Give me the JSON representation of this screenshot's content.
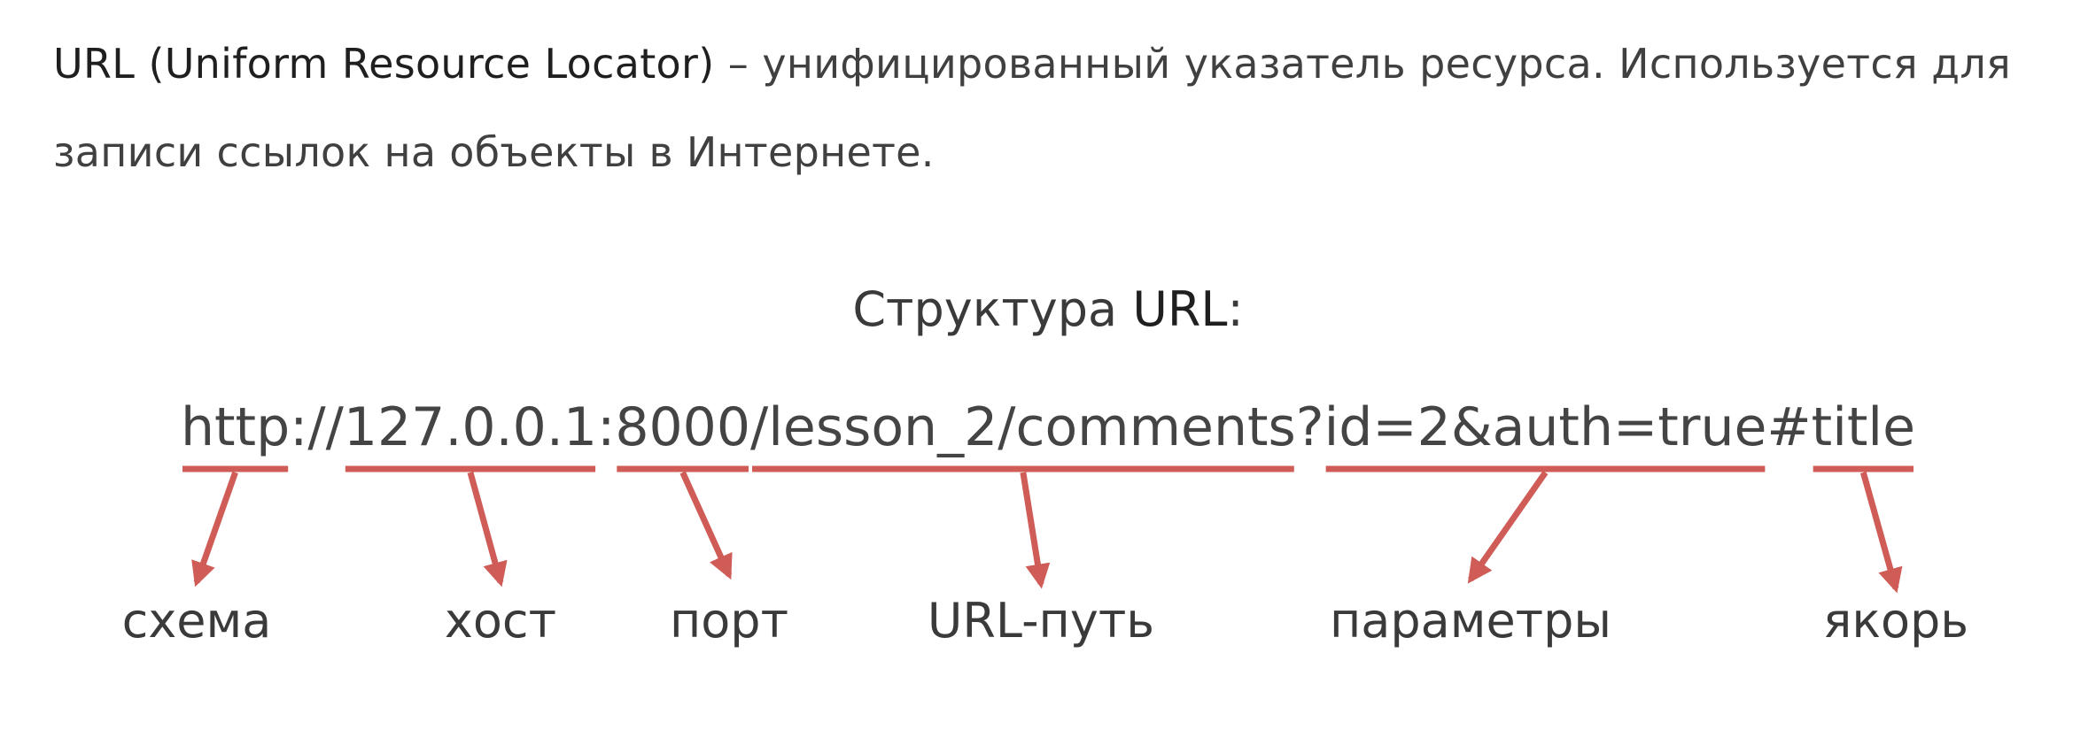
{
  "intro": {
    "term": "URL (Uniform Resource Locator)",
    "text": " – унифицированный указатель ресурса. Используется для записи ссылок на объекты в Интернете."
  },
  "structure": {
    "title_prefix": "Структура ",
    "title_url": "URL",
    "title_suffix": ":"
  },
  "url": {
    "scheme": "http",
    "sep": "://",
    "host": "127.0.0.1",
    "colon": ":",
    "port": "8000",
    "path": "/lesson_2/comments",
    "qmark": "?",
    "params": "id=2&auth=true",
    "hash": "#",
    "anchor": "title"
  },
  "parts": [
    {
      "key": "scheme",
      "label": "схема"
    },
    {
      "key": "host",
      "label": "хост"
    },
    {
      "key": "port",
      "label": "порт"
    },
    {
      "key": "path",
      "label": "URL-путь"
    },
    {
      "key": "params",
      "label": "параметры"
    },
    {
      "key": "anchor",
      "label": "якорь"
    }
  ],
  "colors": {
    "annotation": "#cf5c57"
  }
}
